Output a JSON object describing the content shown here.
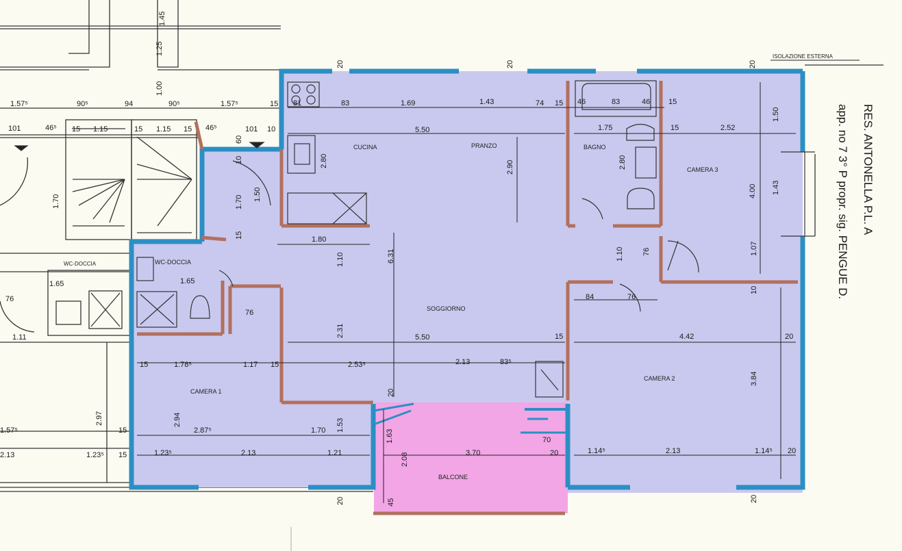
{
  "title": {
    "line1": "RES. ANTONELLA P.L. A",
    "line2": "app. no 7 3° P propr. sig. PENGUE D."
  },
  "annotations": {
    "isolazione": "ISOLAZIONE ESTERNA"
  },
  "rooms": {
    "cucina": "CUCINA",
    "pranzo": "PRANZO",
    "bagno": "BAGNO",
    "camera3": "CAMERA 3",
    "soggiorno": "SOGGIORNO",
    "camera2": "CAMERA 2",
    "camera1": "CAMERA 1",
    "balcone": "BALCONE",
    "wc_doccia_a": "WC-DOCCIA",
    "wc_doccia_b": "WC-DOCCIA"
  },
  "dims": {
    "d_157a": "1.57⁵",
    "d_90a": "90⁵",
    "d_94": "94",
    "d_90b": "90⁵",
    "d_157b": "1.57⁵",
    "d_15a": "15",
    "d_145": "1.45",
    "d_125": "1.25",
    "d_100": "1.00",
    "d_20a": "20",
    "d_20b": "20",
    "d_20c": "20",
    "d_81": "81",
    "d_83a": "83",
    "d_169": "1.69",
    "d_143a": "1.43",
    "d_74": "74",
    "d_15b": "15",
    "d_46a": "46",
    "d_83b": "83",
    "d_46b": "46",
    "d_15c": "15",
    "d_101a": "101",
    "d_46c": "46⁵",
    "d_15d": "15",
    "d_115a": "1.15",
    "d_15e": "15",
    "d_115b": "1.15",
    "d_15f": "15",
    "d_46d": "46⁵",
    "d_101b": "101",
    "d_10a": "10",
    "d_550a": "5.50",
    "d_175": "1.75",
    "d_15g": "15",
    "d_252": "2.52",
    "d_280a": "2.80",
    "d_290": "2.90",
    "d_280b": "2.80",
    "d_150a": "1.50",
    "d_400": "4.00",
    "d_143b": "1.43",
    "d_170a": "1.70",
    "d_170b": "1.70",
    "d_150b": "1.50",
    "d_60": "60",
    "d_10b": "10",
    "d_180": "1.80",
    "d_15h": "15",
    "d_110a": "1.10",
    "d_631": "6.31",
    "d_110b": "1.10",
    "d_76a": "76",
    "d_107": "1.07",
    "d_84": "84",
    "d_76b": "76",
    "d_10c": "10",
    "d_165a": "1.65",
    "d_165b": "1.65",
    "d_76c": "76",
    "d_76d": "76",
    "d_111": "1.11",
    "d_231": "2.31",
    "d_550b": "5.50",
    "d_442": "4.42",
    "d_20d": "20",
    "d_15i": "15",
    "d_15j": "15",
    "d_178": "1.78⁵",
    "d_117": "1.17",
    "d_15k": "15",
    "d_253": "2.53⁵",
    "d_213a": "2.13",
    "d_83c": "83⁵",
    "d_384": "3.84",
    "d_297": "2.97",
    "d_287": "2.87⁵",
    "d_294": "2.94",
    "d_170c": "1.70",
    "d_153": "1.53",
    "d_163": "1.63",
    "d_208": "2.08",
    "d_370": "3.70",
    "d_70": "70",
    "d_20e": "20",
    "d_157c": "1.57⁵",
    "d_15l": "15",
    "d_213b": "2.13",
    "d_123a": "1.23⁵",
    "d_15m": "15",
    "d_123b": "1.23⁵",
    "d_213c": "2.13",
    "d_121": "1.21",
    "d_20f": "20",
    "d_114a": "1.14⁵",
    "d_213d": "2.13",
    "d_114b": "1.14⁵",
    "d_20g": "20",
    "d_45": "45",
    "d_20h": "20",
    "d_20i": "20"
  },
  "colors": {
    "floor": "#c9c9ef",
    "balcony": "#f2a6e6",
    "wall": "#2c8fc4",
    "partition": "#b2705e",
    "line": "#1f1f1f",
    "paper": "#fbfbf2"
  }
}
